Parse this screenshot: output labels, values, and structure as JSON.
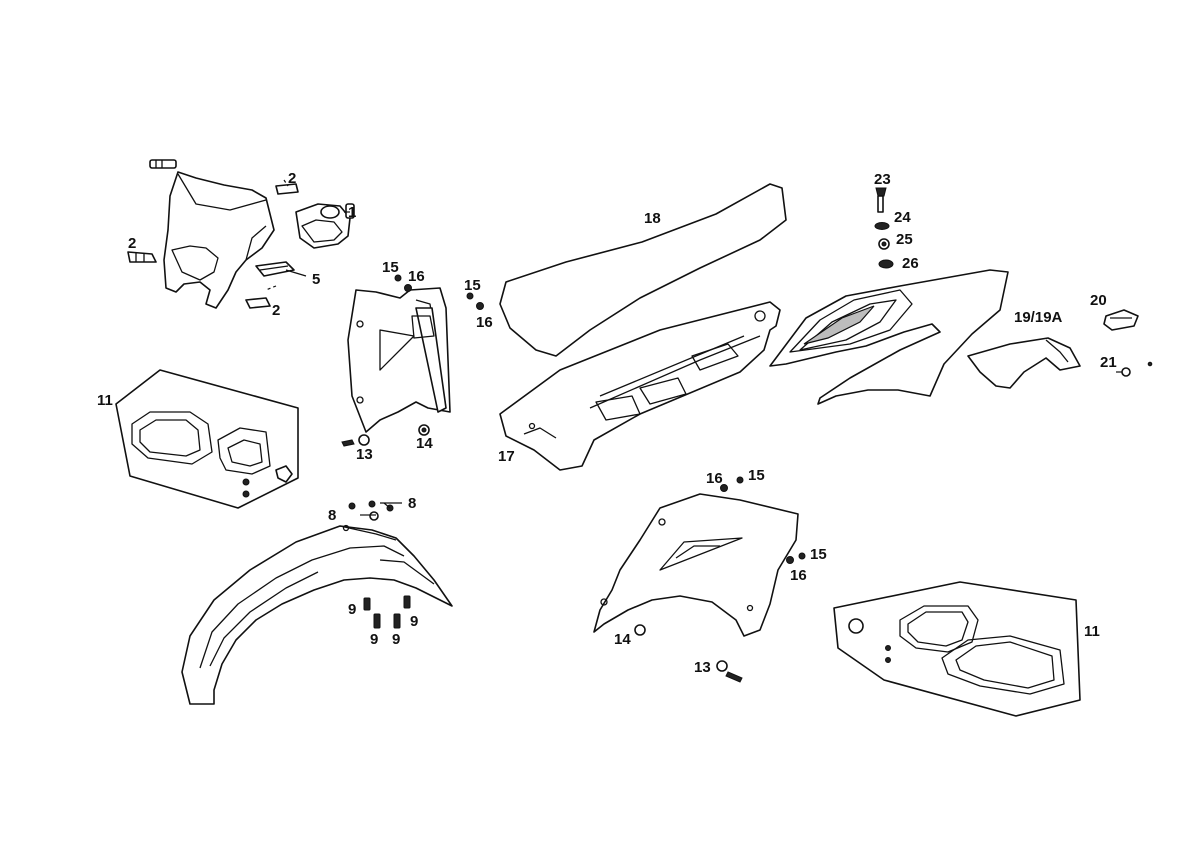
{
  "callouts": {
    "c1": "1",
    "c2a": "2",
    "c2b": "2",
    "c2c": "2",
    "c5": "5",
    "c8a": "8",
    "c8b": "8",
    "c9a": "9",
    "c9b": "9",
    "c9c": "9",
    "c9d": "9",
    "c11a": "11",
    "c11b": "11",
    "c13a": "13",
    "c13b": "13",
    "c14a": "14",
    "c14b": "14",
    "c15a": "15",
    "c15b": "15",
    "c15c": "15",
    "c15d": "15",
    "c16a": "16",
    "c16b": "16",
    "c16c": "16",
    "c16d": "16",
    "c17": "17",
    "c18": "18",
    "c19": "19/19A",
    "c20": "20",
    "c21": "21",
    "c23": "23",
    "c24": "24",
    "c25": "25",
    "c26": "26"
  },
  "colors": {
    "line": "#111111",
    "background": "#ffffff"
  }
}
